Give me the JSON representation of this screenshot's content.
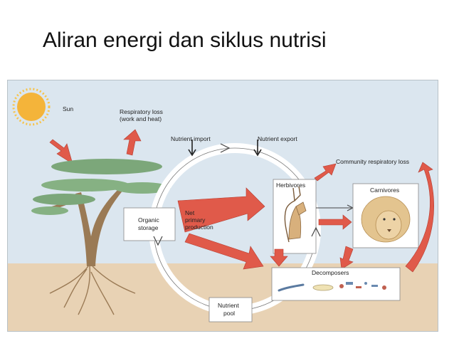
{
  "slide": {
    "title": "Aliran energi dan siklus nutrisi"
  },
  "diagram": {
    "labels": {
      "sun": "Sun",
      "respiratory_loss_line1": "Respiratory loss",
      "respiratory_loss_line2": "(work and heat)",
      "nutrient_import": "Nutrient import",
      "nutrient_export": "Nutrient export",
      "community_respiratory_loss": "Community respiratory loss",
      "herbivores": "Herbivores",
      "carnivores": "Carnivores",
      "organic_storage_line1": "Organic",
      "organic_storage_line2": "storage",
      "npp_line1": "Net",
      "npp_line2": "primary",
      "npp_line3": "production",
      "decomposers": "Decomposers",
      "nutrient_pool_line1": "Nutrient",
      "nutrient_pool_line2": "pool"
    },
    "colors": {
      "sky": "#dbe6ef",
      "soil": "#e8d2b4",
      "energy_arrow": "#e05a4a",
      "sun": "#f4b43a",
      "foliage": "#7ca77a",
      "trunk": "#9a7a55"
    }
  }
}
